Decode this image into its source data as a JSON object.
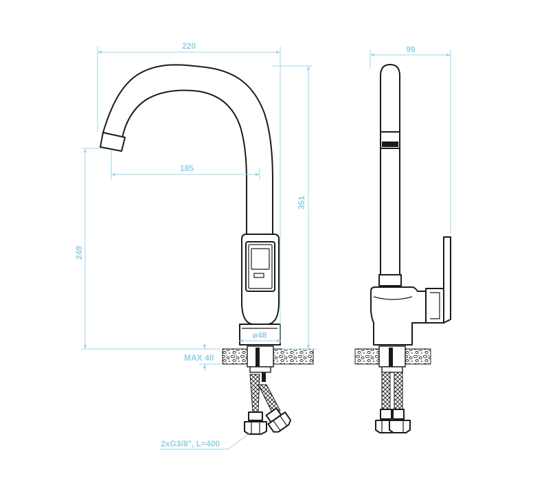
{
  "dimensions": {
    "width_total": "220",
    "spout_reach": "185",
    "height_total": "351",
    "spout_height": "249",
    "side_width": "99",
    "base_diameter": "ø48",
    "max_thickness": "MAX 40",
    "hoses": "2xG3/8\", L=400"
  },
  "colors": {
    "dimension": "#8fd0e6",
    "outline": "#1a1a1a"
  }
}
